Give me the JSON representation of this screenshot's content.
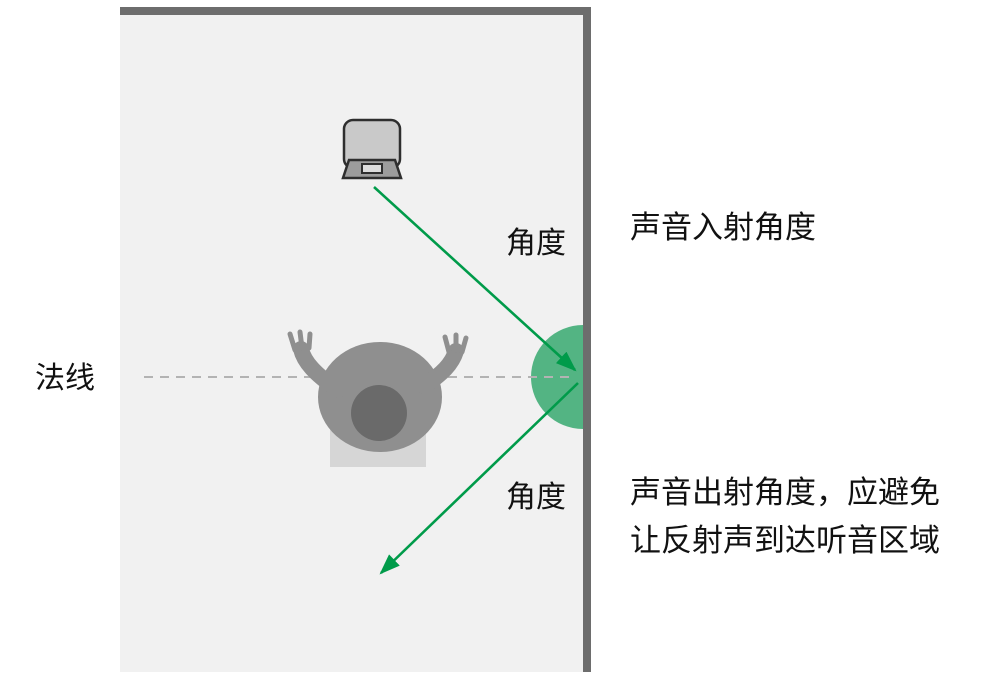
{
  "labels": {
    "normal_line": "法线",
    "incident_angle": "角度",
    "reflection_angle": "角度",
    "incident_caption": "声音入射角度",
    "reflection_caption_line1": "声音出射角度，应避免",
    "reflection_caption_line2": "让反射声到达听音区域"
  },
  "icons": {
    "speaker": "speaker-icon",
    "listener": "listener-icon",
    "reflection_highlight": "reflection-point-highlight"
  },
  "colors": {
    "arrow_green": "#009b4a",
    "highlight_green": "#53b483",
    "wall_gray": "#6d6d6d",
    "room_fill": "#f1f1f1",
    "person_gray": "#8f8f8f",
    "head_gray": "#6a6a6a",
    "chair_gray": "#d6d6d6",
    "text_color": "#111111"
  }
}
